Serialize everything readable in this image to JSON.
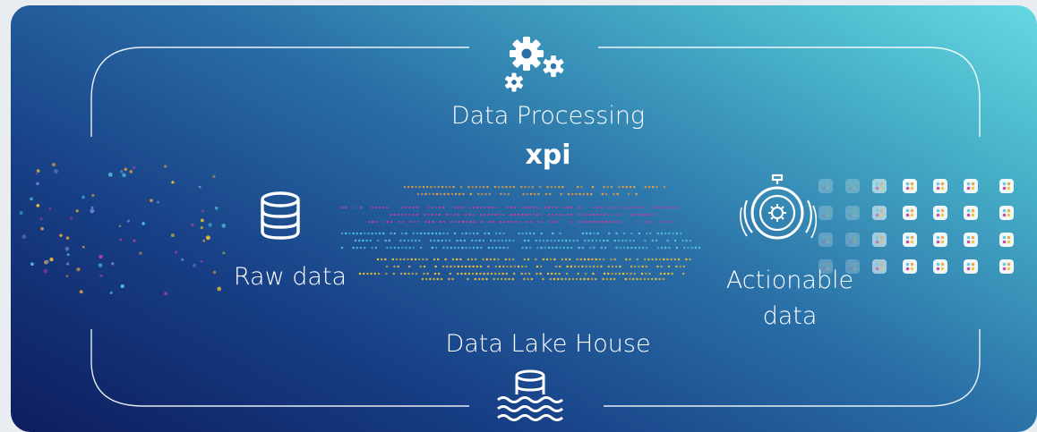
{
  "diagram": {
    "title": "Data Processing",
    "engine": "xpi",
    "input_label": "Raw data",
    "output_label": "Actionable data",
    "storage_label": "Data Lake House"
  },
  "colors": {
    "gradient_start": "#0e1d5e",
    "gradient_end": "#66d8e2",
    "dot_orange": "#f0a23a",
    "dot_magenta": "#c53fa0",
    "dot_cyan": "#55c8e0",
    "dot_yellow": "#f4c430",
    "line": "#ffffff"
  },
  "icons": {
    "processing": "gears-icon",
    "raw": "database-icon",
    "actionable": "stopwatch-gear-icon",
    "lake": "database-water-icon"
  }
}
